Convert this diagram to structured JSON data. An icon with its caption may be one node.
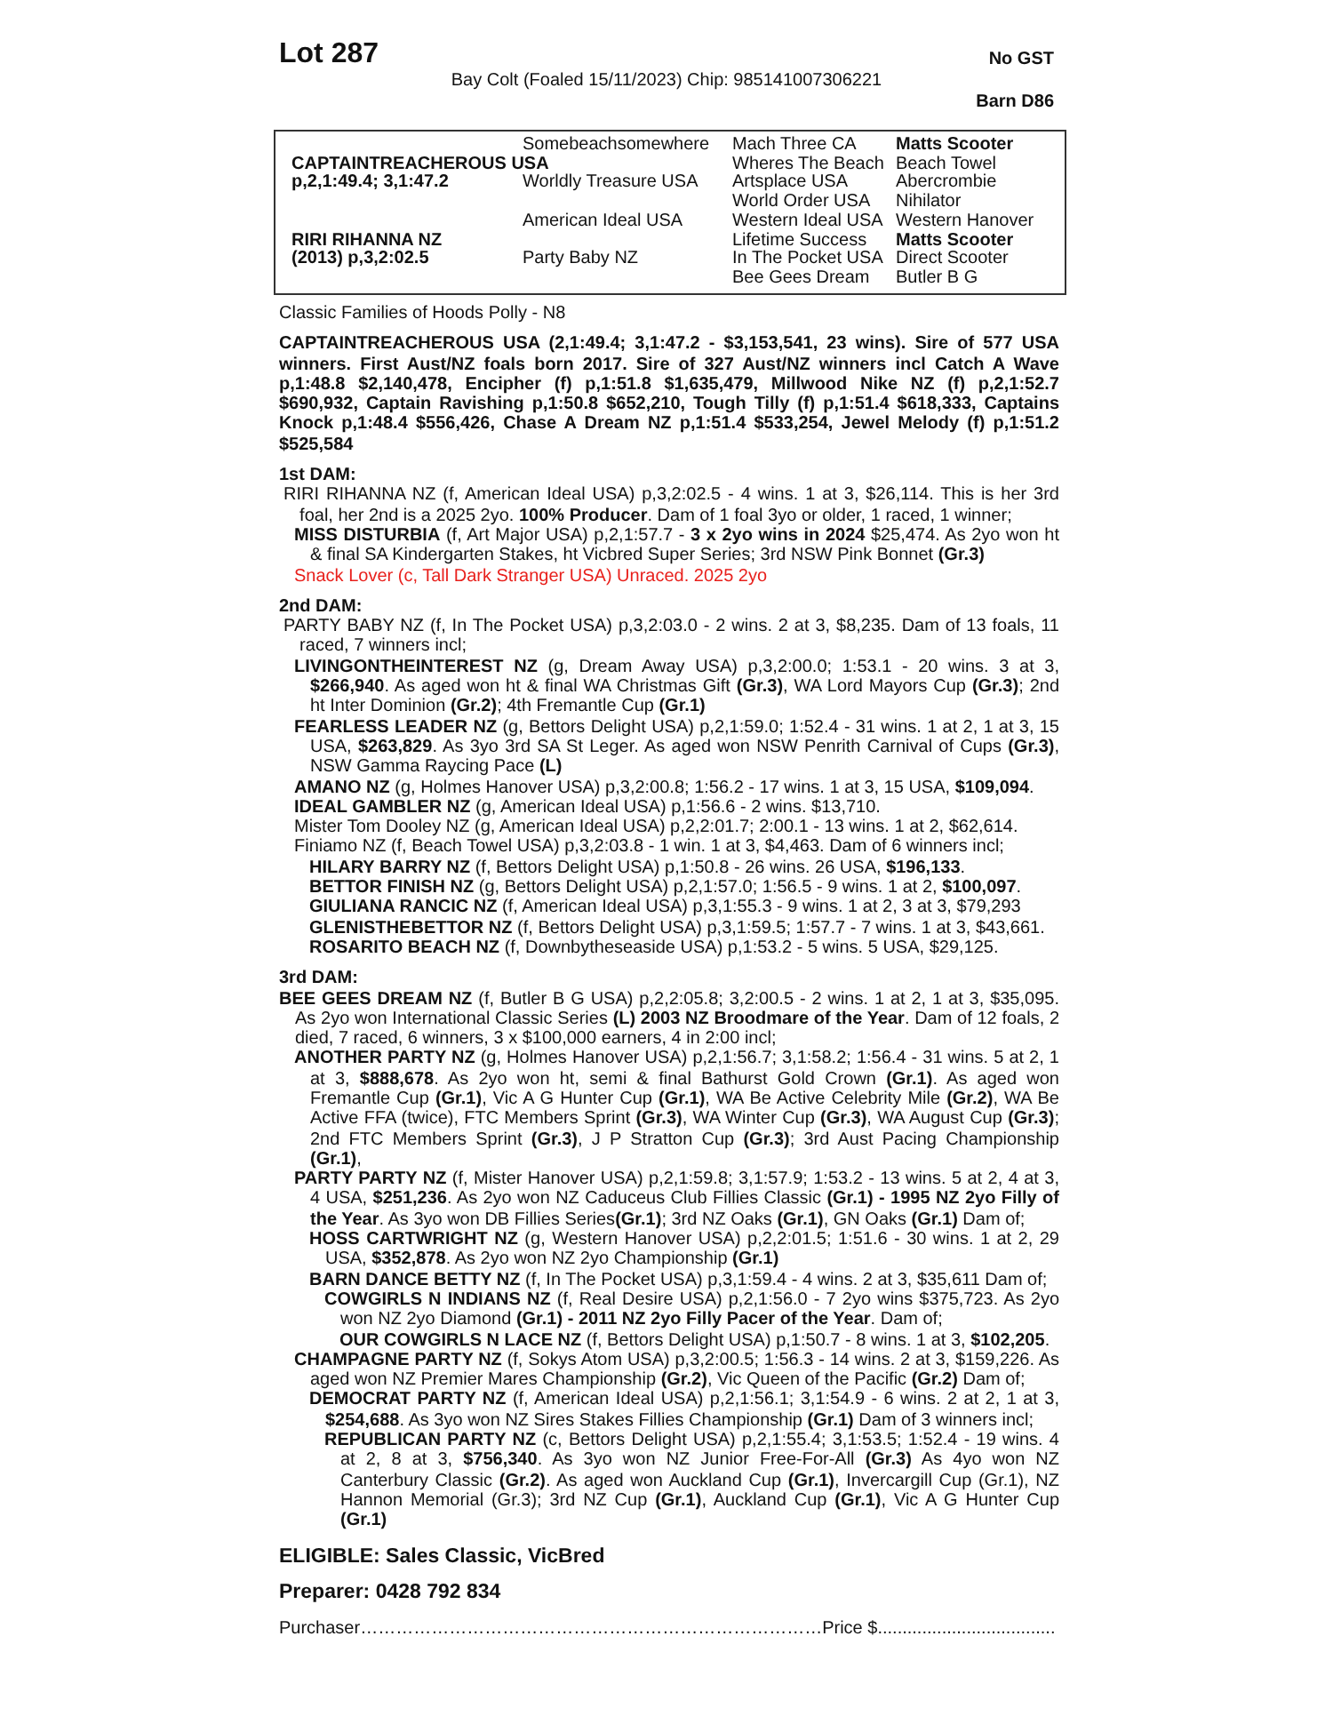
{
  "diagram": {
    "labels": [
      "Lot 287",
      "No GST",
      "Bay Colt (Foaled 15/11/2023) Chip: 985141007306221",
      "Barn D86",
      "Somebeachsomewhere",
      "Mach Three CA",
      "Matts Scooter",
      "CAPTAINTREACHEROUS USA",
      "Wheres The Beach",
      "Beach Towel",
      "p,2,1:49.4; 3,1:47.2",
      "Worldly Treasure USA",
      "Artsplace USA",
      "Abercrombie",
      "World Order USA",
      "Nihilator",
      "American Ideal USA",
      "Western Ideal USA",
      "Western Hanover",
      "RIRI RIHANNA NZ",
      "Lifetime Success",
      "Matts Scooter",
      "(2013) p,3,2:02.5",
      "Party Baby NZ",
      "In The Pocket USA",
      "Direct Scooter",
      "Bee Gees Dream",
      "Butler B G",
      "Classic Families of Hoods Polly - N8",
      "CAPTAINTREACHEROUS USA (2,1:49.4; 3,1:47.2 - $3,153,541, 23 wins). Sire of 577 USA winners. First Aust/NZ foals born 2017. Sire of 327 Aust/NZ winners incl Catch A Wave p,1:48.8 $2,140,478, Encipher (f) p,1:51.8 $1,635,479, Millwood Nike NZ (f) p,2,1:52.7 $690,932, Captain Ravishing p,1:50.8 $652,210, Tough Tilly (f) p,1:51.4 $618,333, Captains Knock p,1:48.4 $556,426, Chase A Dream NZ p,1:51.4 $533,254, Jewel Melody (f) p,1:51.2 $525,584",
      "1st DAM:",
      "RIRI RIHANNA NZ (f, American Ideal USA) p,3,2:02.5 - 4 wins. 1 at 3, $26,114. This is her 3rd foal, her 2nd is a 2025 2yo. **100% Producer**. Dam of 1 foal 3yo or older, 1 raced, 1 winner;",
      "**MISS DISTURBIA** (f, Art Major USA) p,2,1:57.7 - **3 x 2yo wins in 2024** $25,474. As 2yo won ht & final SA Kindergarten Stakes, ht Vicbred Super Series; 3rd NSW Pink Bonnet **(Gr.3)**",
      "Snack Lover (c, Tall Dark Stranger USA) Unraced. 2025 2yo",
      "2nd DAM:",
      "PARTY BABY NZ (f, In The Pocket USA) p,3,2:03.0 - 2 wins. 2 at 3, $8,235. Dam of 13 foals, 11 raced, 7 winners incl;",
      "**LIVINGONTHEINTEREST NZ** (g, Dream Away USA) p,3,2:00.0; 1:53.1 - 20 wins. 3 at 3, **$266,940**. As aged won ht & final WA Christmas Gift **(Gr.3)**, WA Lord Mayors Cup **(Gr.3)**; 2nd ht Inter Dominion **(Gr.2)**; 4th Fremantle Cup **(Gr.1)**",
      "**FEARLESS LEADER NZ** (g, Bettors Delight USA) p,2,1:59.0; 1:52.4 - 31 wins. 1 at 2, 1 at 3, 15 USA, **$263,829**. As 3yo 3rd SA St Leger. As aged won NSW Penrith Carnival of Cups **(Gr.3)**, NSW Gamma Raycing Pace **(L)**",
      "**AMANO NZ** (g, Holmes Hanover USA) p,3,2:00.8; 1:56.2 - 17 wins. 1 at 3, 15 USA, **$109,094**.",
      "**IDEAL GAMBLER NZ** (g, American Ideal USA) p,1:56.6 - 2 wins. $13,710.",
      "Mister Tom Dooley NZ (g, American Ideal USA) p,2,2:01.7; 2:00.1 - 13 wins. 1 at 2, $62,614.",
      "Finiamo NZ (f, Beach Towel USA) p,3,2:03.8 - 1 win. 1 at 3, $4,463. Dam of 6 winners incl;",
      "**HILARY BARRY NZ** (f, Bettors Delight USA) p,1:50.8 - 26 wins. 26 USA, **$196,133**.",
      "**BETTOR FINISH NZ** (g, Bettors Delight USA) p,2,1:57.0; 1:56.5 - 9 wins. 1 at 2, **$100,097**.",
      "**GIULIANA RANCIC NZ** (f, American Ideal USA) p,3,1:55.3 - 9 wins. 1 at 2, 3 at 3, $79,293",
      "**GLENISTHEBETTOR NZ** (f, Bettors Delight USA) p,3,1:59.5; 1:57.7 - 7 wins. 1 at 3, $43,661.",
      "**ROSARITO BEACH NZ** (f, Downbytheseaside USA) p,1:53.2 - 5 wins. 5 USA, $29,125.",
      "3rd DAM:",
      "**BEE GEES DREAM NZ** (f, Butler B G USA) p,2,2:05.8; 3,2:00.5 - 2 wins. 1 at 2, 1 at 3, $35,095. As 2yo won International Classic Series **(L) 2003 NZ Broodmare of the Year**. Dam of 12 foals, 2 died, 7 raced, 6 winners, 3 x $100,000 earners, 4 in 2:00 incl;",
      "**ANOTHER PARTY NZ** (g, Holmes Hanover USA) p,2,1:56.7; 3,1:58.2; 1:56.4 - 31 wins. 5 at 2, 1 at 3, **$888,678**. As 2yo won ht, semi & final Bathurst Gold Crown **(Gr.1)**. As aged won Fremantle Cup **(Gr.1)**, Vic A G Hunter Cup **(Gr.1)**, WA Be Active Celebrity Mile **(Gr.2)**, WA Be Active FFA (twice), FTC Members Sprint **(Gr.3)**, WA Winter Cup **(Gr.3)**, WA August Cup **(Gr.3)**; 2nd FTC Members Sprint **(Gr.3)**,  J P Stratton Cup **(Gr.3)**; 3rd Aust Pacing Championship **(Gr.1)**,",
      "**PARTY PARTY NZ** (f, Mister Hanover USA) p,2,1:59.8; 3,1:57.9; 1:53.2 - 13 wins. 5 at 2, 4 at 3, 4 USA, **$251,236**. As 2yo won NZ Caduceus Club Fillies Classic **(Gr.1) - 1995 NZ 2yo Filly of the Year**. As 3yo won DB Fillies Series**(Gr.1)**; 3rd NZ Oaks **(Gr.1)**, GN Oaks **(Gr.1)** Dam of;",
      "**HOSS CARTWRIGHT NZ** (g, Western Hanover USA) p,2,2:01.5; 1:51.6 - 30 wins. 1 at 2, 29 USA, **$352,878**. As 2yo won NZ 2yo Championship **(Gr.1)**",
      "**BARN DANCE BETTY NZ** (f, In The Pocket USA) p,3,1:59.4 - 4 wins. 2 at 3, $35,611 Dam of;",
      "**COWGIRLS N INDIANS NZ** (f, Real Desire USA) p,2,1:56.0 - 7 2yo wins $375,723. As 2yo won NZ 2yo Diamond **(Gr.1) - 2011 NZ 2yo Filly Pacer of the Year**. Dam of;",
      "**OUR COWGIRLS N LACE NZ** (f, Bettors Delight USA) p,1:50.7 - 8 wins. 1 at 3, **$102,205**.",
      "**CHAMPAGNE PARTY NZ** (f, Sokys Atom USA) p,3,2:00.5; 1:56.3 - 14 wins. 2 at 3, $159,226. As aged won NZ Premier Mares Championship **(Gr.2)**, Vic Queen of the Pacific **(Gr.2)** Dam of;",
      "**DEMOCRAT PARTY NZ** (f, American Ideal USA) p,2,1:56.1; 3,1:54.9 - 6 wins. 2 at 2, 1 at 3, **$254,688**. As 3yo won NZ Sires Stakes Fillies Championship **(Gr.1)** Dam of 3 winners incl;",
      "**REPUBLICAN PARTY NZ** (c, Bettors Delight USA) p,2,1:55.4; 3,1:53.5; 1:52.4 - 19 wins. 4 at 2, 8 at 3, **$756,340**. As 3yo won NZ Junior Free-For-All **(Gr.3)** As 4yo won NZ Canterbury Classic **(Gr.2)**. As aged won Auckland Cup **(Gr.1)**, Invercargill Cup (Gr.1), NZ Hannon Memorial (Gr.3); 3rd NZ Cup **(Gr.1)**, Auckland Cup **(Gr.1)**, Vic A G Hunter Cup **(Gr.1)**",
      "ELIGIBLE: Sales Classic, VicBred",
      "Preparer: 0428 792 834",
      "Purchaser……………………………………………………………………Price $...................................."
    ]
  }
}
